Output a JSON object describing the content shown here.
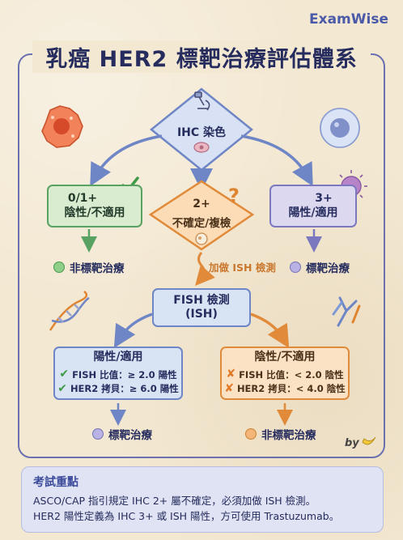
{
  "brand": "ExamWise",
  "title": "乳癌 HER2 標靶治療評估體系",
  "ihc": {
    "label": "IHC 染色"
  },
  "branch_negative": {
    "line1": "0/1+",
    "line2": "陰性/不適用",
    "result": "非標靶治療"
  },
  "branch_equivocal": {
    "line1": "2+",
    "line2": "不確定/複檢",
    "action": "加做 ISH 檢測"
  },
  "branch_positive": {
    "line1": "3+",
    "line2": "陽性/適用",
    "result": "標靶治療"
  },
  "fish": {
    "line1": "FISH 檢測",
    "line2": "(ISH)"
  },
  "fish_positive": {
    "head": "陽性/適用",
    "rows": [
      "FISH 比值：≥ 2.0 陽性",
      "HER2 拷貝：≥ 6.0 陽性"
    ],
    "result": "標靶治療"
  },
  "fish_negative": {
    "head": "陰性/不適用",
    "rows": [
      "FISH 比值：< 2.0 陰性",
      "HER2 拷貝：< 4.0 陰性"
    ],
    "result": "非標靶治療"
  },
  "signature": "by",
  "note": {
    "title": "考試重點",
    "lines": [
      "ASCO/CAP 指引規定 IHC 2+ 屬不確定，必須加做 ISH 檢測。",
      "HER2 陽性定義為 IHC 3+ 或 ISH 陽性，方可使用 Trastuzumab。"
    ]
  },
  "colors": {
    "navy": "#2f3569",
    "green": "#5aa261",
    "purple": "#7b78c0",
    "orange": "#e08a3a",
    "blue": "#6f86c6"
  },
  "icons": [
    "microscope-icon",
    "cancer-cell-icon",
    "immune-cell-icon",
    "dna-icon",
    "antibody-icon",
    "question-mark-icon",
    "check-icon",
    "minus-icon",
    "plus-icon",
    "virus-icon",
    "banana-icon"
  ]
}
